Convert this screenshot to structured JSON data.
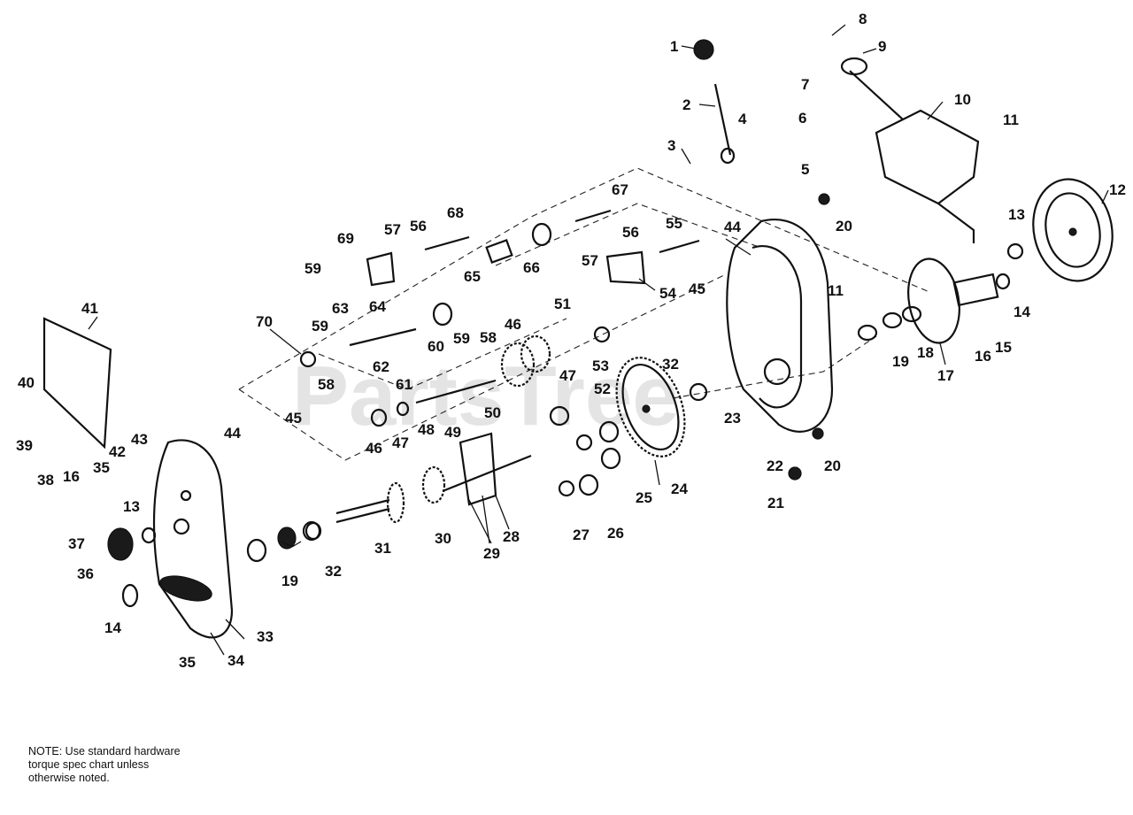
{
  "watermark": "PartsTree",
  "note": {
    "lines": [
      "NOTE: Use standard hardware",
      "torque spec chart unless",
      "otherwise noted."
    ]
  },
  "callouts": [
    "1",
    "2",
    "3",
    "4",
    "5",
    "6",
    "7",
    "8",
    "9",
    "10",
    "11",
    "11",
    "12",
    "13",
    "13",
    "14",
    "14",
    "15",
    "16",
    "16",
    "17",
    "18",
    "19",
    "19",
    "20",
    "20",
    "21",
    "22",
    "23",
    "24",
    "25",
    "26",
    "27",
    "28",
    "29",
    "30",
    "31",
    "32",
    "32",
    "33",
    "34",
    "35",
    "35",
    "36",
    "37",
    "38",
    "39",
    "40",
    "41",
    "42",
    "43",
    "44",
    "44",
    "45",
    "45",
    "46",
    "46",
    "47",
    "47",
    "48",
    "49",
    "50",
    "51",
    "52",
    "53",
    "54",
    "55",
    "56",
    "56",
    "57",
    "57",
    "58",
    "58",
    "59",
    "59",
    "59",
    "60",
    "61",
    "62",
    "63",
    "64",
    "65",
    "66",
    "67",
    "68",
    "69",
    "70"
  ]
}
